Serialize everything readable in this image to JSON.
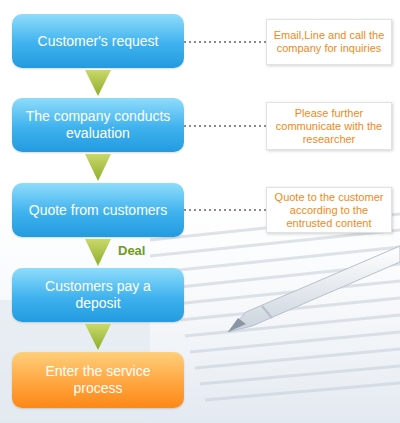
{
  "diagram": {
    "nodes": [
      {
        "text": [
          "Customer's request"
        ]
      },
      {
        "text": [
          "Email,Line and call the company for inquiries"
        ]
      },
      {
        "text": [
          "The company conducts evaluation"
        ]
      },
      {
        "text": [
          "Please further communicate with the researcher"
        ]
      },
      {
        "text": [
          "Quote from customers"
        ]
      },
      {
        "text": [
          "Quote to the customer according to the entrusted content"
        ]
      },
      {
        "text": [
          "Customers pay a deposit"
        ]
      },
      {
        "text": [
          "Enter the service process"
        ]
      }
    ],
    "edges": [
      {
        "from": 0,
        "to": 1,
        "arrow": "none"
      },
      {
        "from": 0,
        "to": 2,
        "arrow": "to"
      },
      {
        "from": 2,
        "to": 3,
        "arrow": "none"
      },
      {
        "from": 2,
        "to": 4,
        "arrow": "to"
      },
      {
        "from": 4,
        "to": 5,
        "arrow": "none"
      },
      {
        "from": 4,
        "to": 6,
        "label": "Deal",
        "arrow": "to"
      },
      {
        "from": 6,
        "to": 7,
        "arrow": "to"
      }
    ]
  }
}
